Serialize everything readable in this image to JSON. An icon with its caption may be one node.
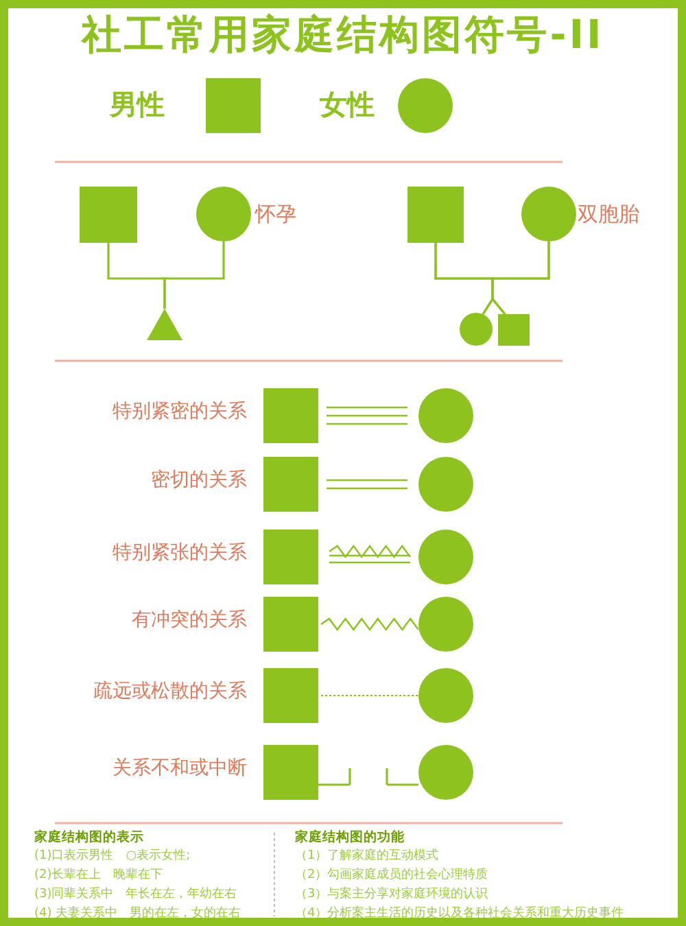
{
  "diagram": {
    "title": "社工常用家庭结构图符号-II",
    "nodes": [
      {
        "text": [],
        "shape": "box",
        "beside": [
          "男性"
        ]
      },
      {
        "text": [],
        "shape": "circle",
        "beside": [
          "女性"
        ]
      },
      {
        "text": [],
        "shape": "box"
      },
      {
        "text": [],
        "shape": "circle",
        "beside": [
          "怀孕"
        ]
      },
      {
        "text": [],
        "shape": "triangle"
      },
      {
        "text": [],
        "shape": "box"
      },
      {
        "text": [],
        "shape": "circle",
        "beside": [
          "双胞胎"
        ]
      },
      {
        "text": [],
        "shape": "circle"
      },
      {
        "text": [],
        "shape": "box"
      },
      {
        "text": [],
        "shape": "box",
        "beside": [
          "特别紧密的关系"
        ]
      },
      {
        "text": [],
        "shape": "circle"
      },
      {
        "text": [],
        "shape": "box",
        "beside": [
          "密切的关系"
        ]
      },
      {
        "text": [],
        "shape": "circle"
      },
      {
        "text": [],
        "shape": "box",
        "beside": [
          "特别紧张的关系"
        ]
      },
      {
        "text": [],
        "shape": "circle"
      },
      {
        "text": [],
        "shape": "box",
        "beside": [
          "有冲突的关系"
        ]
      },
      {
        "text": [],
        "shape": "circle"
      },
      {
        "text": [],
        "shape": "box",
        "beside": [
          "疏远或松散的关系"
        ]
      },
      {
        "text": [],
        "shape": "circle"
      },
      {
        "text": [],
        "shape": "box",
        "beside": [
          "关系不和或中断"
        ]
      },
      {
        "text": [],
        "shape": "circle"
      }
    ],
    "edges": [
      {
        "from": 2,
        "to": 4,
        "arrow": "none"
      },
      {
        "from": 3,
        "to": 4,
        "arrow": "none"
      },
      {
        "from": 5,
        "to": 7,
        "arrow": "none"
      },
      {
        "from": 5,
        "to": 8,
        "arrow": "none"
      },
      {
        "from": 6,
        "to": 7,
        "arrow": "none"
      },
      {
        "from": 6,
        "to": 8,
        "arrow": "none"
      },
      {
        "from": 9,
        "to": 10,
        "arrow": "none"
      },
      {
        "from": 11,
        "to": 12,
        "arrow": "none"
      },
      {
        "from": 13,
        "to": 14,
        "arrow": "none"
      },
      {
        "from": 15,
        "to": 16,
        "arrow": "none"
      },
      {
        "from": 17,
        "to": 18,
        "arrow": "none",
        "style": "dashed"
      },
      {
        "from": 19,
        "to": null,
        "arrow": "other"
      },
      {
        "from": null,
        "to": 20,
        "arrow": "other"
      }
    ],
    "labels": [
      "家庭结构图的表示",
      "(1)口表示男性　○表示女性;",
      "(2)长辈在上　晚辈在下",
      "(3)同辈关系中　年长在左，年幼在右",
      "(4) 夫妻关系中　男的在左，女的在右",
      "家庭结构图的功能",
      "（1）了解家庭的互动模式",
      "（2）勾画家庭成员的社会心理特质",
      "（3）与案主分享对家庭环境的认识",
      "（4）分析案主生活的历史以及各种社会关系和重大历史事件"
    ]
  }
}
